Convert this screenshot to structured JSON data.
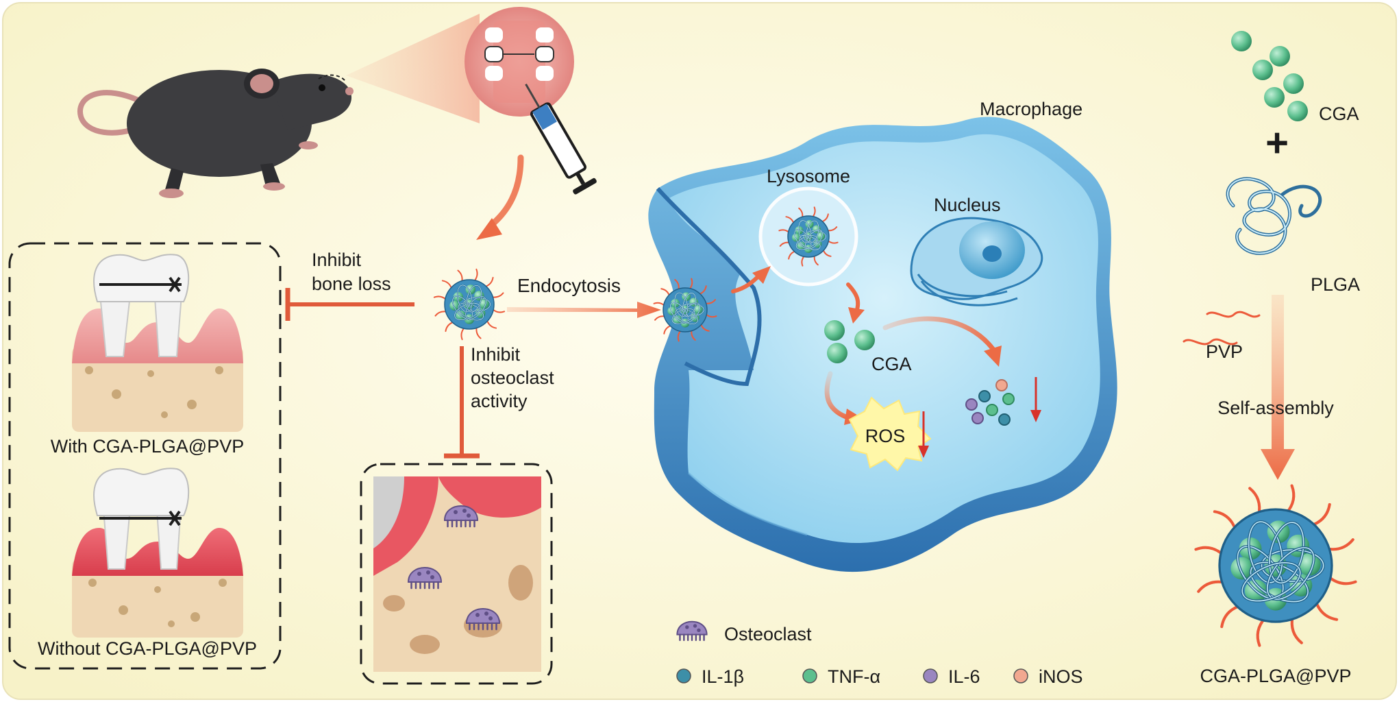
{
  "labels": {
    "macrophage": "Macrophage",
    "lysosome": "Lysosome",
    "nucleus": "Nucleus",
    "cga_inner": "CGA",
    "ros": "ROS",
    "endocytosis": "Endocytosis",
    "inhibit_bone_loss": [
      "Inhibit",
      "bone loss"
    ],
    "inhibit_osteoclast": [
      "Inhibit",
      "osteoclast",
      "activity"
    ],
    "with_treatment": "With CGA-PLGA@PVP",
    "without_treatment": "Without CGA-PLGA@PVP",
    "cga_top": "CGA",
    "plus": "+",
    "plga": "PLGA",
    "pvp": "PVP",
    "self_assembly": "Self-assembly",
    "final_product": "CGA-PLGA@PVP"
  },
  "legend": {
    "osteoclast": "Osteoclast",
    "markers": [
      {
        "label": "IL-1β",
        "color": "#3d8fa8"
      },
      {
        "label": "TNF-α",
        "color": "#5cbf8e"
      },
      {
        "label": "IL-6",
        "color": "#9a86c0"
      },
      {
        "label": "iNOS",
        "color": "#f2a890"
      }
    ]
  },
  "colors": {
    "background": "#fbf8dc",
    "arrow": "#ec6b45",
    "inhibit": "#e05a3a",
    "down_arrow": "#d8322a",
    "cell_outer": "#3d89c4",
    "cell_inner": "#a9dcf2",
    "particle": "#5cbf8e"
  }
}
